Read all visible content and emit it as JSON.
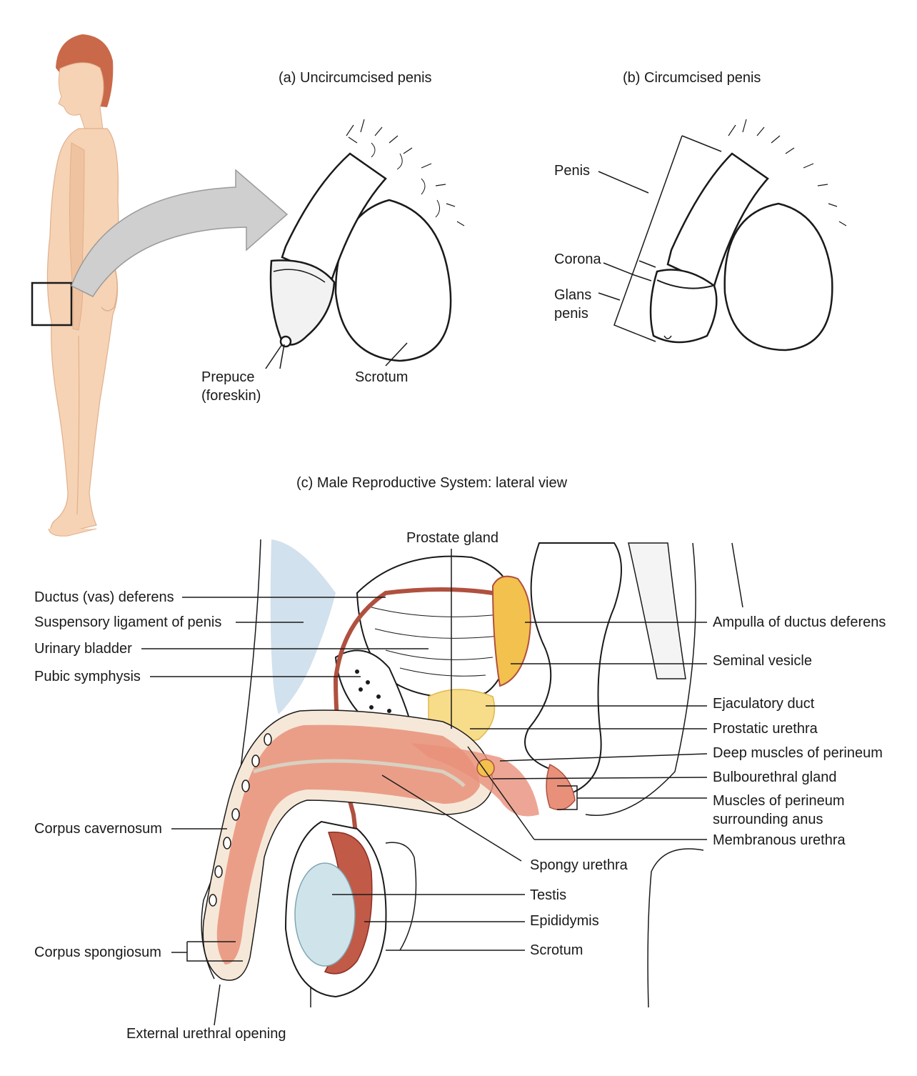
{
  "panels": {
    "a": {
      "title": "(a) Uncircumcised penis",
      "labels": {
        "prepuce": "Prepuce (foreskin)",
        "scrotum": "Scrotum"
      }
    },
    "b": {
      "title": "(b) Circumcised penis",
      "labels": {
        "penis": "Penis",
        "corona": "Corona",
        "glans": "Glans penis"
      }
    },
    "c": {
      "title": "(c) Male Reproductive System: lateral view",
      "labels": {
        "prostate": "Prostate gland",
        "ductus": "Ductus (vas) deferens",
        "suspensory": "Suspensory ligament of penis",
        "bladder": "Urinary bladder",
        "pubic": "Pubic symphysis",
        "cavernosum": "Corpus cavernosum",
        "spongiosum": "Corpus spongiosum",
        "external_opening": "External urethral opening",
        "ampulla": "Ampulla of ductus deferens",
        "seminal": "Seminal vesicle",
        "ejaculatory": "Ejaculatory duct",
        "prostatic": "Prostatic urethra",
        "deep_muscles": "Deep muscles of perineum",
        "bulbourethral": "Bulbourethral gland",
        "muscles_anus": "Muscles of perineum surrounding anus",
        "membranous": "Membranous urethra",
        "spongy": "Spongy urethra",
        "testis": "Testis",
        "epididymis": "Epididymis",
        "scrotum": "Scrotum"
      }
    }
  },
  "colors": {
    "skin": "#f6d3b4",
    "skin_shade": "#e8b692",
    "hair": "#c9694a",
    "tissue": "#e8907a",
    "tissue_dark": "#b0503f",
    "bladder": "#ffffff",
    "gland": "#f2c14e",
    "gland_light": "#f7dc8a",
    "testis": "#cfe4ea",
    "ligament": "#c6d9e8",
    "arrow": "#cfcfcf"
  }
}
